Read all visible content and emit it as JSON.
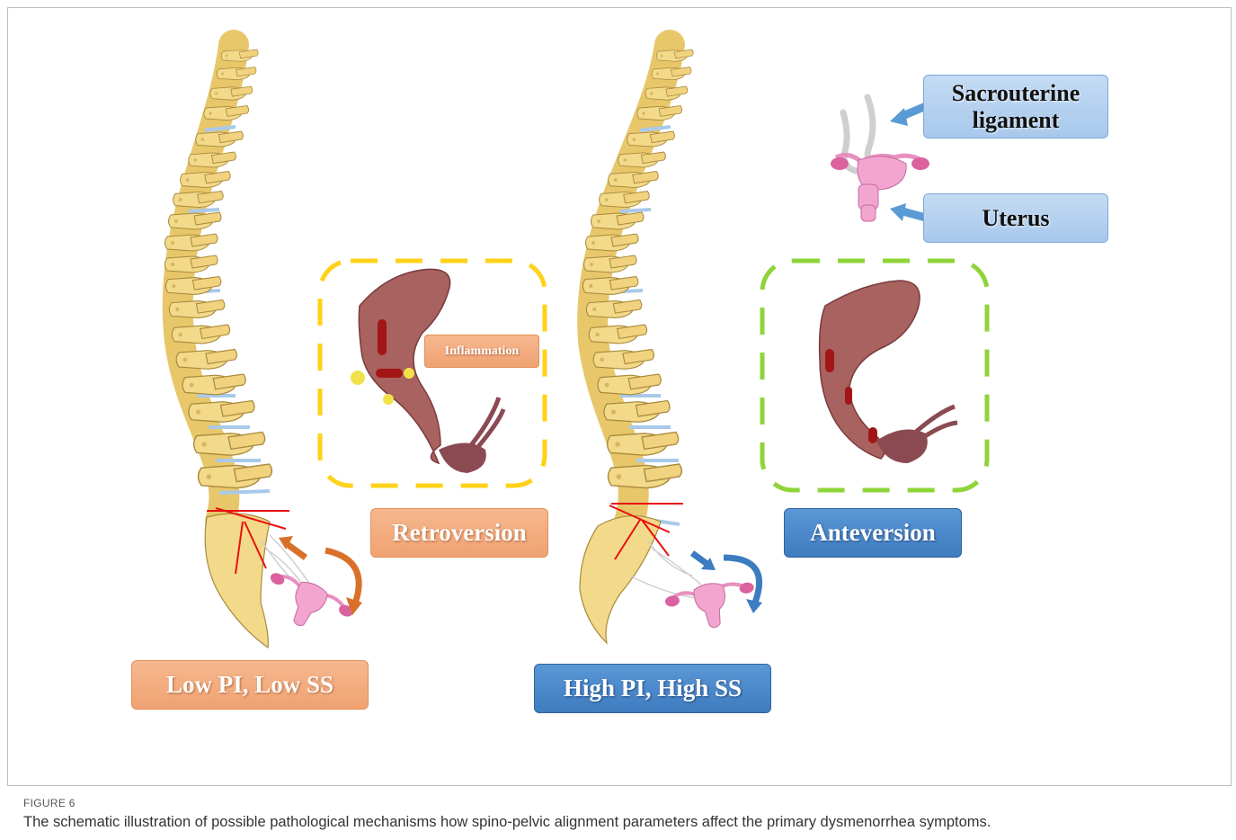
{
  "labels": {
    "retroversion": "Retroversion",
    "anteversion": "Anteversion",
    "inflammation": "Inflammation",
    "low": "Low PI, Low SS",
    "high": "High PI, High SS",
    "sacrouterine_line1": "Sacrouterine",
    "sacrouterine_line2": "ligament",
    "uterus": "Uterus"
  },
  "figure": {
    "label": "FIGURE 6",
    "caption": "The schematic illustration of possible pathological mechanisms how spino-pelvic alignment parameters affect the primary dysmenorrhea symptoms."
  },
  "colors": {
    "bone": "#f3d98a",
    "disc": "#a9c9ea",
    "orange_label": "#f0a272",
    "blue_label": "#3f7cc0",
    "yellow_box": "#ffd21a",
    "green_box": "#8fd43a",
    "uterus_pink": "#e98fc0",
    "uterus_wall": "#8b4a52",
    "red_line": "#e81010"
  },
  "icons": [
    "spine-icon",
    "uterus-icon",
    "arrow-icon",
    "curved-arrow-icon"
  ]
}
